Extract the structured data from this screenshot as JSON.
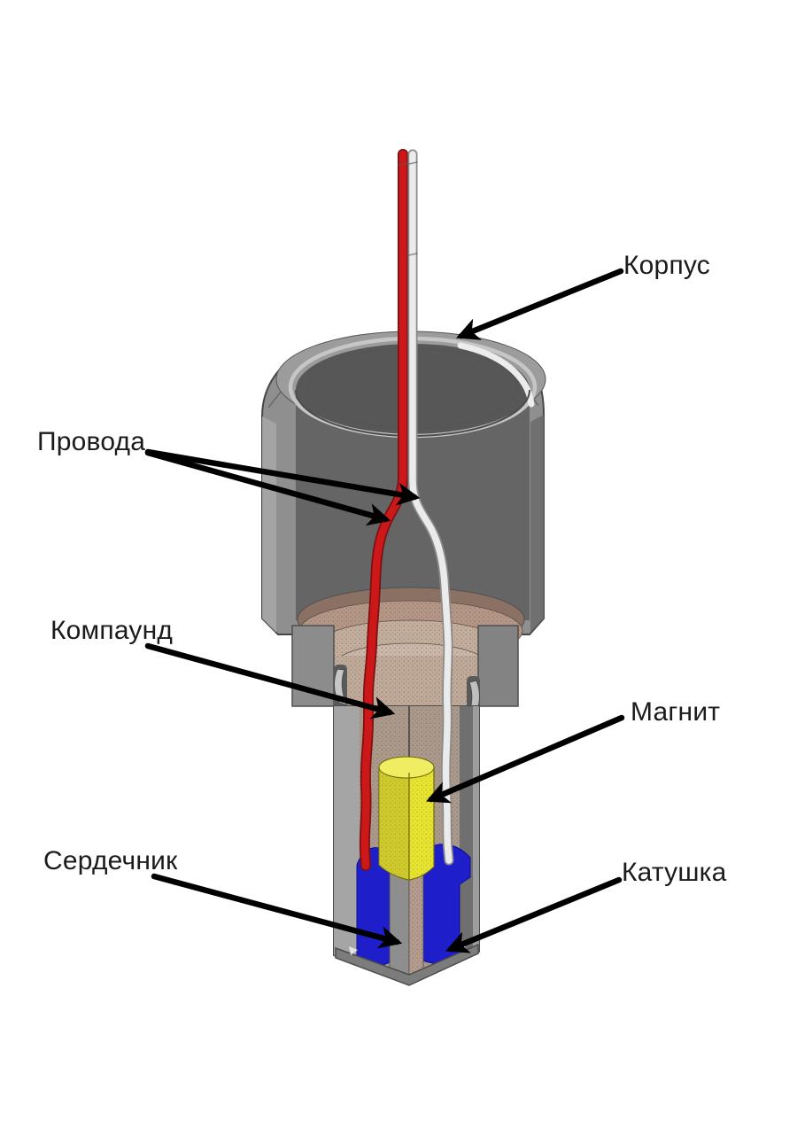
{
  "diagram": {
    "background": "#ffffff",
    "labels": [
      {
        "id": "korpus",
        "text": "Корпус"
      },
      {
        "id": "provoda",
        "text": "Провода"
      },
      {
        "id": "kompaund",
        "text": "Компаунд"
      },
      {
        "id": "magnit",
        "text": "Магнит"
      },
      {
        "id": "serdechnik",
        "text": "Сердечник"
      },
      {
        "id": "katushka",
        "text": "Катушка"
      }
    ],
    "colors": {
      "housing": "#8f8f8f",
      "housing_light": "#a5a5a5",
      "housing_dark": "#6f6f6f",
      "interior": "#656565",
      "opening": "#575757",
      "compound_dark": "#8b7164",
      "compound": "#b49786",
      "compound_light": "#cdb9ab",
      "compound_tube": "#ab9a8c",
      "magnet": "#e8e432",
      "magnet_top": "#f1ed62",
      "coil": "#1e1ecb",
      "core": "#8e8e8e",
      "wire_red": "#cc1818",
      "wire_white": "#ebebeb",
      "label_text": "#1b1b1b",
      "arrow": "#000000"
    }
  }
}
